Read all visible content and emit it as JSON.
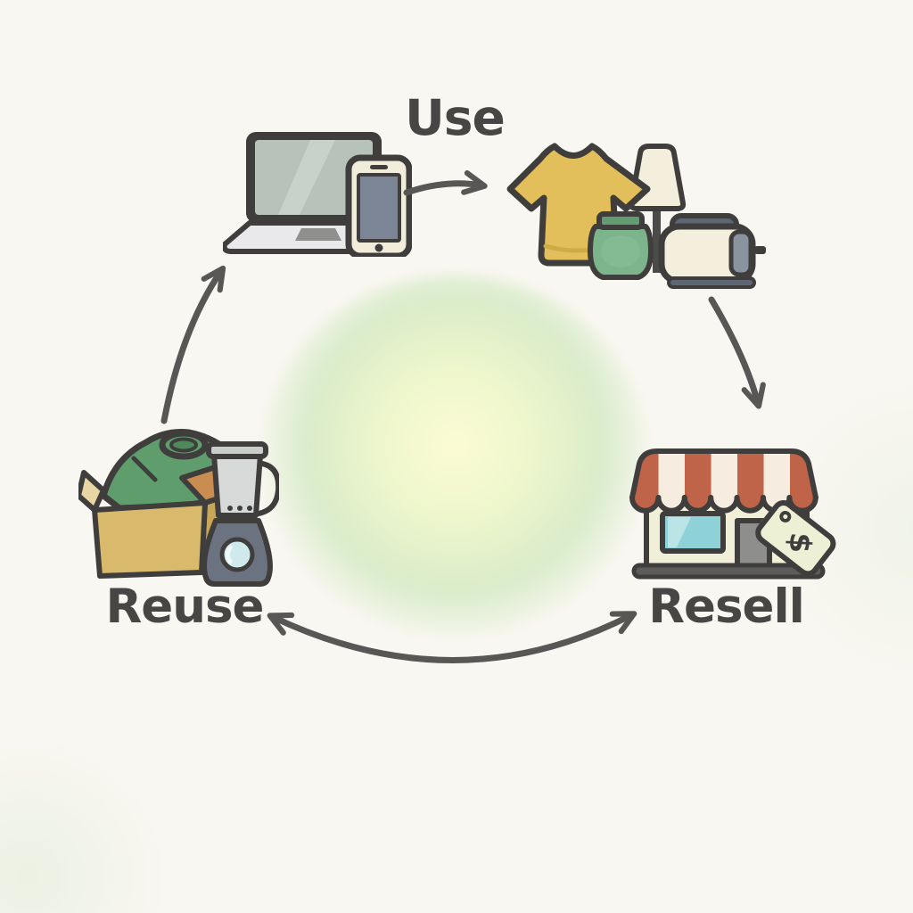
{
  "diagram": {
    "type": "cycle",
    "labels": {
      "use": "Use",
      "resell": "Resell",
      "reuse": "Reuse"
    },
    "price_tag_symbol": "$",
    "nodes": [
      {
        "id": "electronics",
        "icon": "laptop-phone-icon",
        "items": [
          "laptop",
          "smartphone"
        ]
      },
      {
        "id": "household-goods",
        "icon": "goods-icon",
        "items": [
          "t-shirt",
          "table lamp",
          "vase",
          "toaster"
        ]
      },
      {
        "id": "storefront",
        "icon": "store-icon",
        "items": [
          "shop with striped awning",
          "price tag with $"
        ]
      },
      {
        "id": "donation-box",
        "icon": "box-blender-icon",
        "items": [
          "open box with green shirt",
          "blender"
        ]
      }
    ],
    "arrows": [
      {
        "from": "electronics",
        "to": "household-goods",
        "double_headed": false
      },
      {
        "from": "household-goods",
        "to": "storefront",
        "double_headed": false
      },
      {
        "from": "storefront",
        "to": "donation-box",
        "double_headed": true
      },
      {
        "from": "donation-box",
        "to": "electronics",
        "double_headed": false
      }
    ]
  },
  "palette": {
    "background": "#f9f7f1",
    "glow-center": "#fbfcd4",
    "glow-green": "#d9ecca",
    "outline": "#3f3e3c",
    "arrow": "#585755",
    "label-text": "#474644",
    "laptop-screen": "#b7c2ba",
    "laptop-screen-highlight": "#cdd6cf",
    "laptop-base": "#e9e9ec",
    "device-cream": "#f2edda",
    "phone-screen": "#7b8596",
    "shirt-yellow": "#e2bf5b",
    "cream": "#f4eedd",
    "vase-green": "#7cb48c",
    "vase-rim": "#639b72",
    "slate": "#5d6675",
    "slate-light": "#8a93a0",
    "awning-red": "#c06449",
    "awning-cream": "#f6ecdf",
    "store-wall": "#f1efd7",
    "window-blue": "#8ed2d8",
    "door-gray": "#8e8e8c",
    "base-gray": "#5c5c5a",
    "tag-fill": "#edf0d5",
    "box-tan": "#d9b96b",
    "box-side": "#c9a758",
    "box-flap": "#e8d6a4",
    "box-rim": "#c98d52",
    "shirt-green": "#5f9d6d",
    "blender-jar": "#d7dad9",
    "blender-rim": "#c9cdcc",
    "blender-base": "#6b7280",
    "blender-button": "#cfe9ec"
  }
}
